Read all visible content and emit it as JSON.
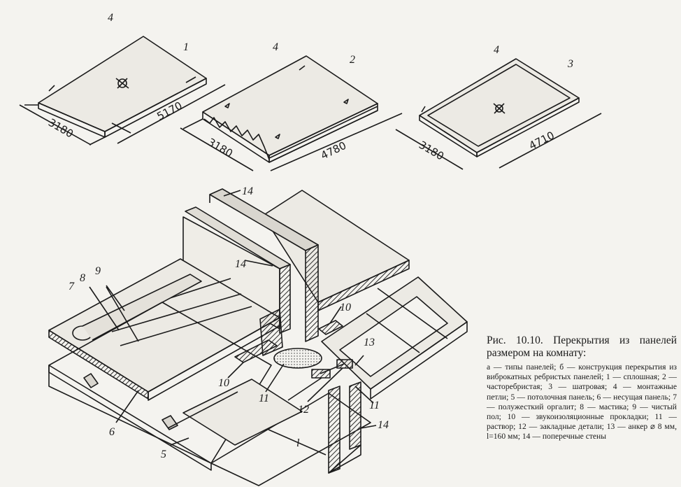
{
  "caption": {
    "title": "Рис. 10.10. Перекрытия из панелей размером на комнату:",
    "body": "а — типы панелей; б — конструкция перекрытия из виброкатных ребристых панелей; 1 — сплошная; 2 — часторебристая; 3 — шатровая; 4 — монтажные петли; 5 — потолочная панель; 6 — несущая панель; 7 — полужесткий оргалит; 8 — мастика; 9 — чистый пол; 10 — звукоизоляционные прокладки; 11 — раствор; 12 — закладные детали; 13 — анкер ⌀ 8 мм, l=160 мм; 14 — поперечные стены"
  },
  "panels": [
    {
      "number": "1",
      "width": "3180",
      "length": "5170",
      "loop_label": "4"
    },
    {
      "number": "2",
      "width": "3180",
      "length": "4780",
      "loop_label": "4"
    },
    {
      "number": "3",
      "width": "3180",
      "length": "4710",
      "loop_label": "4"
    }
  ],
  "assembly_labels": {
    "walls_top": "14",
    "walls_mid": "14",
    "walls_bottom": "14",
    "subfloor": "7",
    "mastic": "8",
    "finish_floor": "9",
    "pad_left": "10",
    "pad_right": "10",
    "mortar_center": "11",
    "mortar_right": "11",
    "embedded_parts": "12",
    "anchor": "13",
    "ceiling_panel": "5",
    "bearing_panel": "6",
    "anchor_length": "l"
  },
  "colors": {
    "ink": "#1b1b1b",
    "paper": "#f4f3ef",
    "hatch": "#2a2a2a"
  }
}
